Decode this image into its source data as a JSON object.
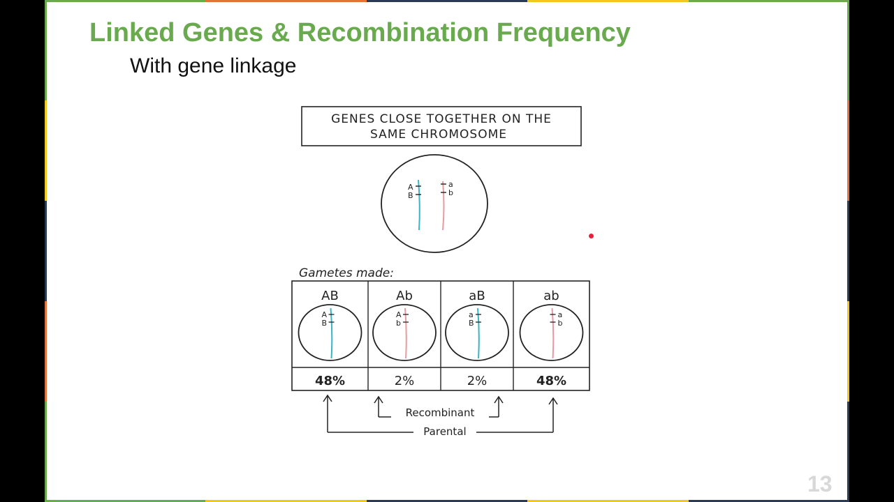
{
  "slide": {
    "title": "Linked Genes & Recombination Frequency",
    "subtitle": "With gene linkage",
    "page_number": "13"
  },
  "diagram": {
    "header_box_lines": [
      "GENES CLOSE TOGETHER ON THE",
      "SAME CHROMOSOME"
    ],
    "cell_chromosomes": [
      {
        "color": "#3bb3c3",
        "labels": [
          "A",
          "B"
        ]
      },
      {
        "color": "#e89aa0",
        "labels": [
          "a",
          "b"
        ]
      }
    ],
    "gametes_heading": "Gametes made:",
    "gametes": [
      {
        "genotype": "AB",
        "alleles": [
          "A",
          "B"
        ],
        "color": "#3bb3c3",
        "percent": "48%"
      },
      {
        "genotype": "Ab",
        "alleles": [
          "A",
          "b"
        ],
        "color": "#e89aa0",
        "percent": "2%"
      },
      {
        "genotype": "aB",
        "alleles": [
          "a",
          "B"
        ],
        "color": "#3bb3c3",
        "percent": "2%"
      },
      {
        "genotype": "ab",
        "alleles": [
          "a",
          "b"
        ],
        "color": "#e89aa0",
        "percent": "48%"
      }
    ],
    "recombinant_label": "Recombinant",
    "parental_label": "Parental"
  },
  "colors": {
    "title_green": "#6aaa4f",
    "teal": "#3bb3c3",
    "pink": "#e89aa0",
    "laser_red": "#e8203a"
  }
}
